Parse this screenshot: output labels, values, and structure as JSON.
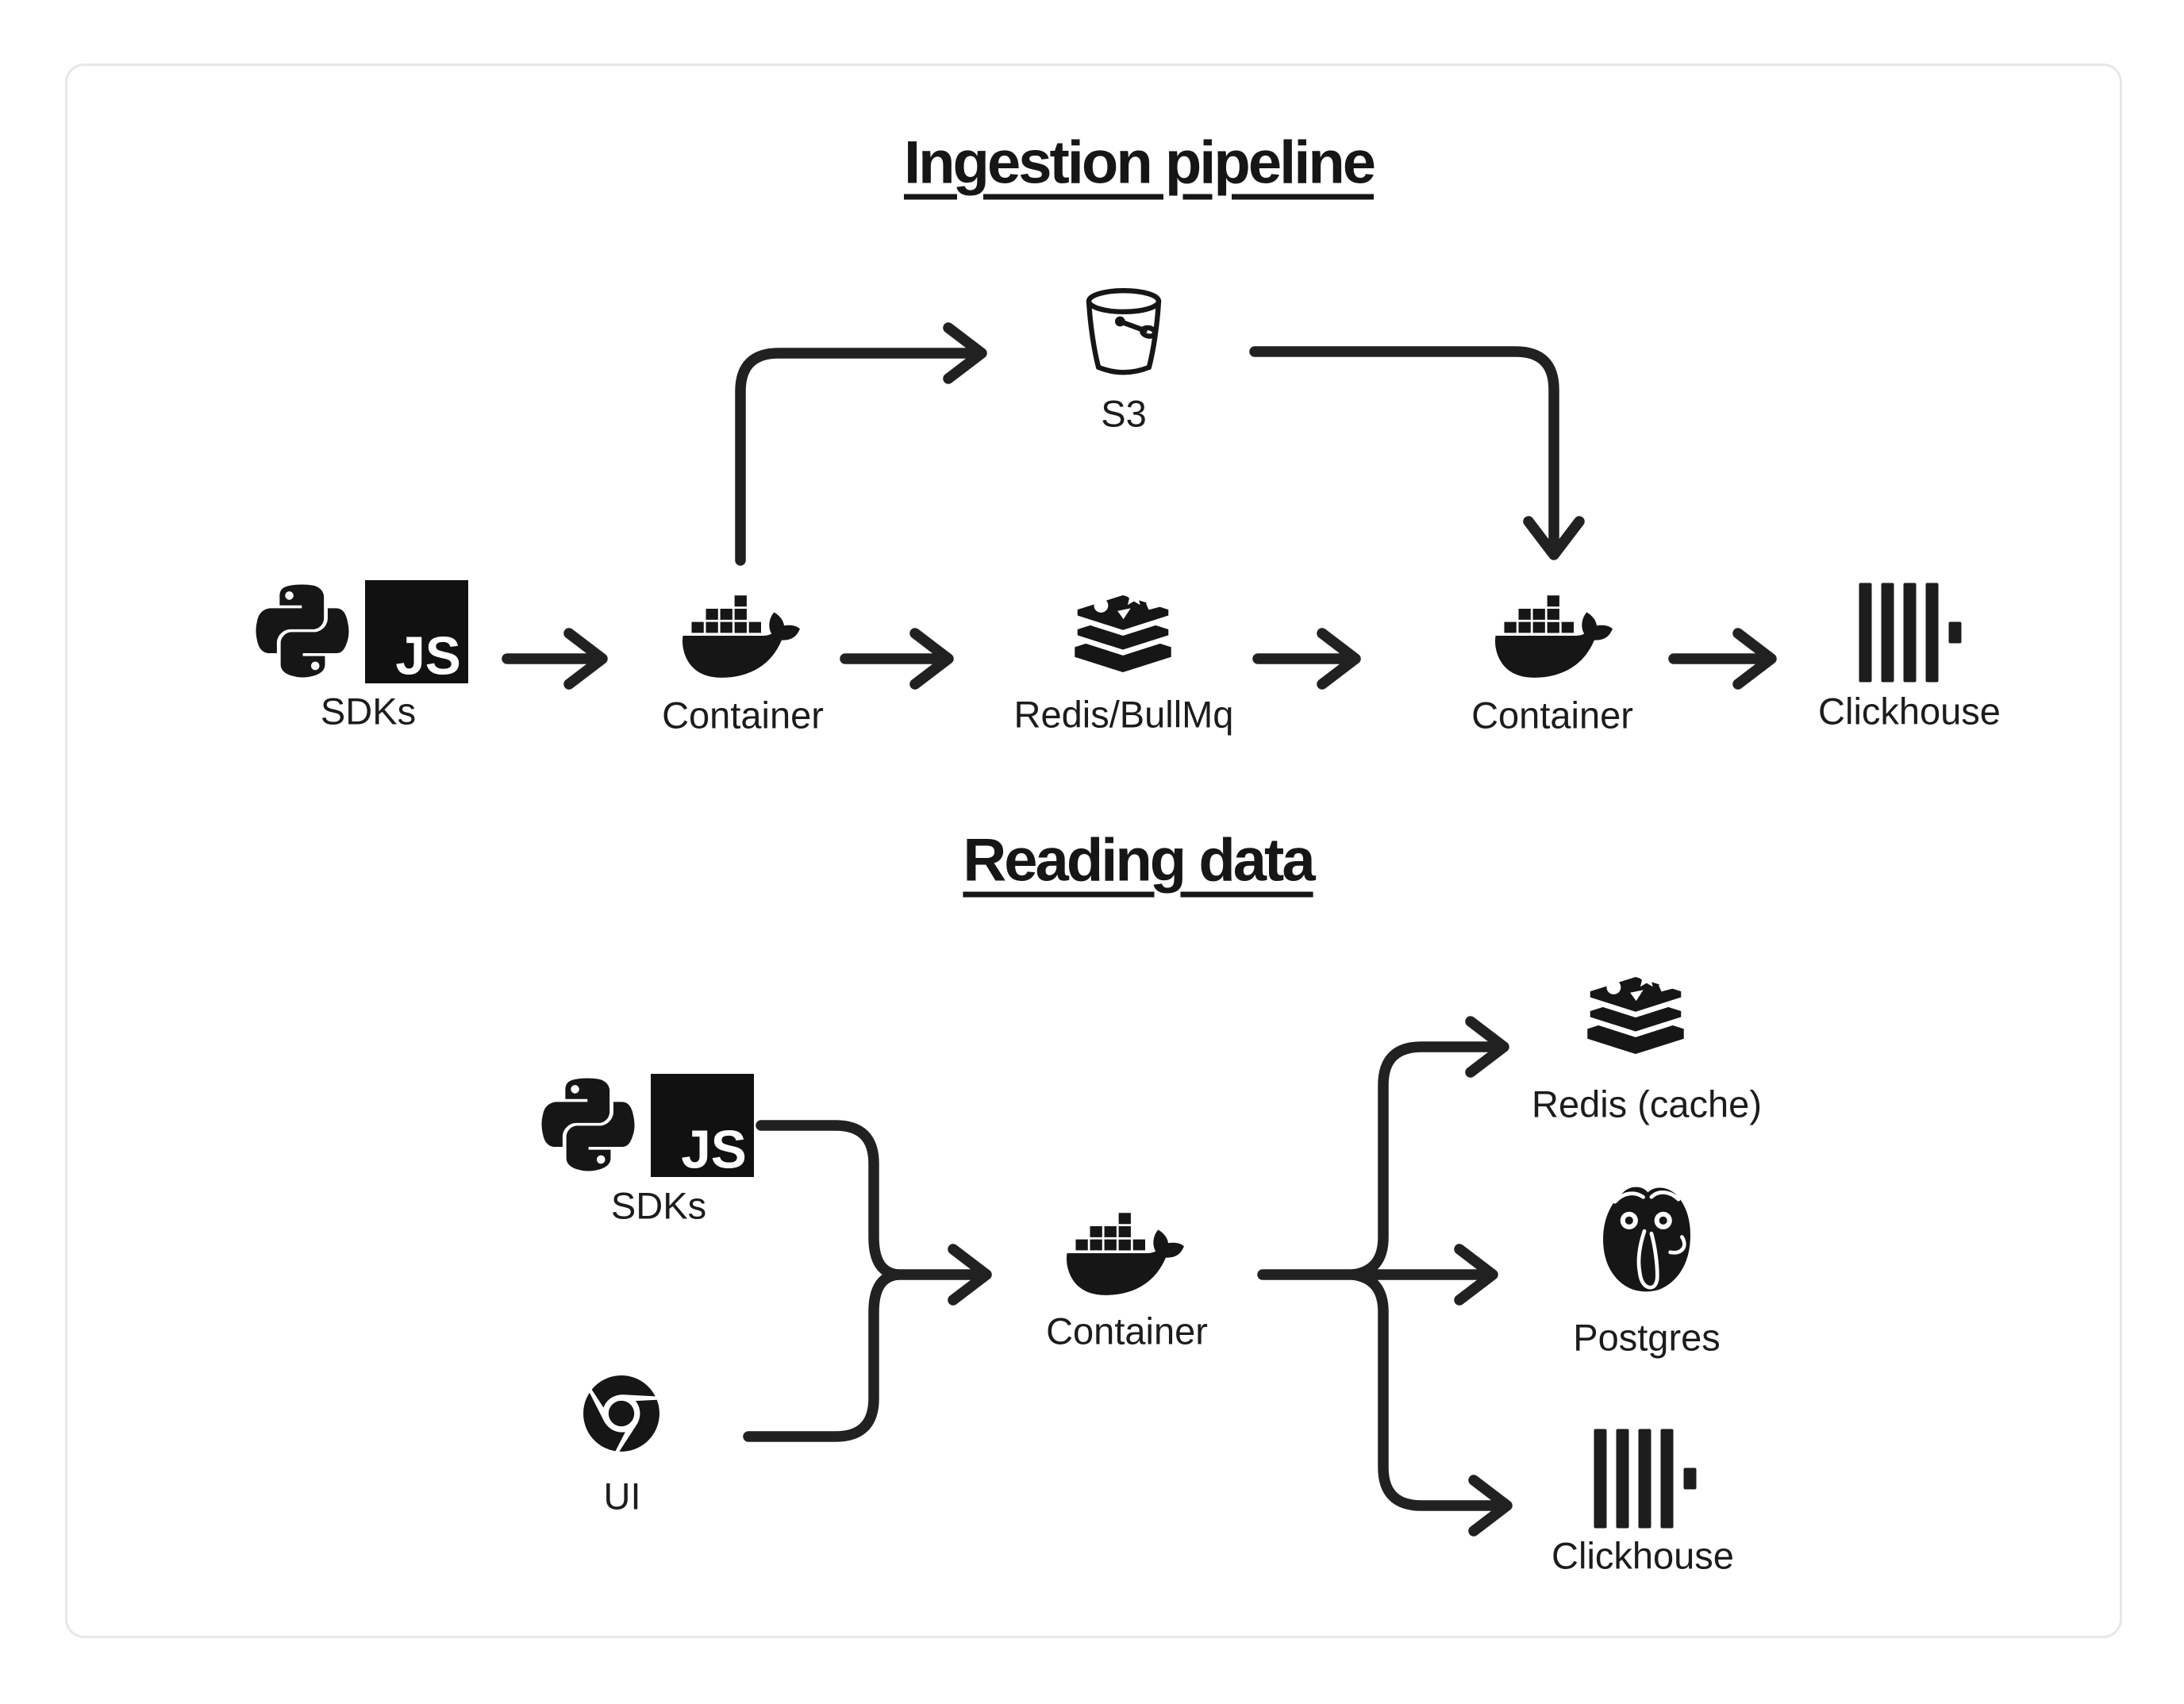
{
  "canvas": {
    "background": "#ffffff",
    "card_border": "#e7e7e7",
    "ink": "#1f1f1f"
  },
  "sections": {
    "ingestion": {
      "title": "Ingestion pipeline",
      "nodes": {
        "sdks": {
          "label": "SDKs",
          "icons": [
            "python-icon",
            "javascript-icon"
          ]
        },
        "s3": {
          "label": "S3",
          "icon": "s3-bucket-icon"
        },
        "ingest_container": {
          "label": "Container",
          "icon": "docker-whale-icon"
        },
        "queue": {
          "label": "Redis/BullMq",
          "icon": "redis-stack-icon"
        },
        "worker_container": {
          "label": "Container",
          "icon": "docker-whale-icon"
        },
        "clickhouse": {
          "label": "Clickhouse",
          "icon": "clickhouse-bars-icon"
        }
      },
      "edges": [
        "SDKs -> Container",
        "Container -> S3",
        "Container -> Redis/BullMq",
        "S3 -> Container",
        "Redis/BullMq -> Container",
        "Container -> Clickhouse"
      ]
    },
    "reading": {
      "title": "Reading data",
      "nodes": {
        "sdks": {
          "label": "SDKs",
          "icons": [
            "python-icon",
            "javascript-icon"
          ]
        },
        "ui": {
          "label": "UI",
          "icon": "chrome-icon"
        },
        "api_container": {
          "label": "Container",
          "icon": "docker-whale-icon"
        },
        "redis_cache": {
          "label": "Redis (cache)",
          "icon": "redis-stack-icon"
        },
        "postgres": {
          "label": "Postgres",
          "icon": "postgresql-icon"
        },
        "clickhouse": {
          "label": "Clickhouse",
          "icon": "clickhouse-bars-icon"
        }
      },
      "edges": [
        "SDKs -> Container",
        "UI -> Container",
        "Container -> Redis (cache)",
        "Container -> Postgres",
        "Container -> Clickhouse"
      ]
    }
  }
}
